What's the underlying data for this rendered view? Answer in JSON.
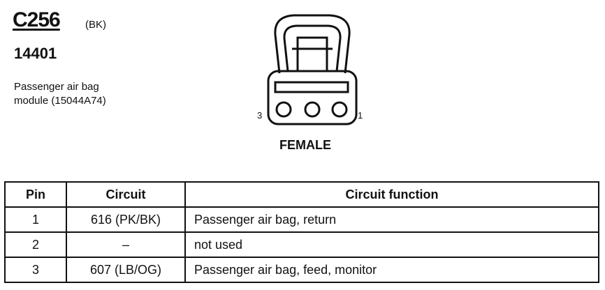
{
  "connector": {
    "id": "C256",
    "color_code": "(BK)",
    "part_number": "14401",
    "description_line1": "Passenger air bag",
    "description_line2": "module (15044A74)"
  },
  "diagram": {
    "pin_left_label": "3",
    "pin_right_label": "1",
    "gender": "FEMALE"
  },
  "table": {
    "headers": [
      "Pin",
      "Circuit",
      "Circuit function"
    ],
    "rows": [
      [
        "1",
        "616 (PK/BK)",
        "Passenger air bag, return"
      ],
      [
        "2",
        "–",
        "not used"
      ],
      [
        "3",
        "607 (LB/OG)",
        "Passenger air bag, feed, monitor"
      ]
    ]
  }
}
